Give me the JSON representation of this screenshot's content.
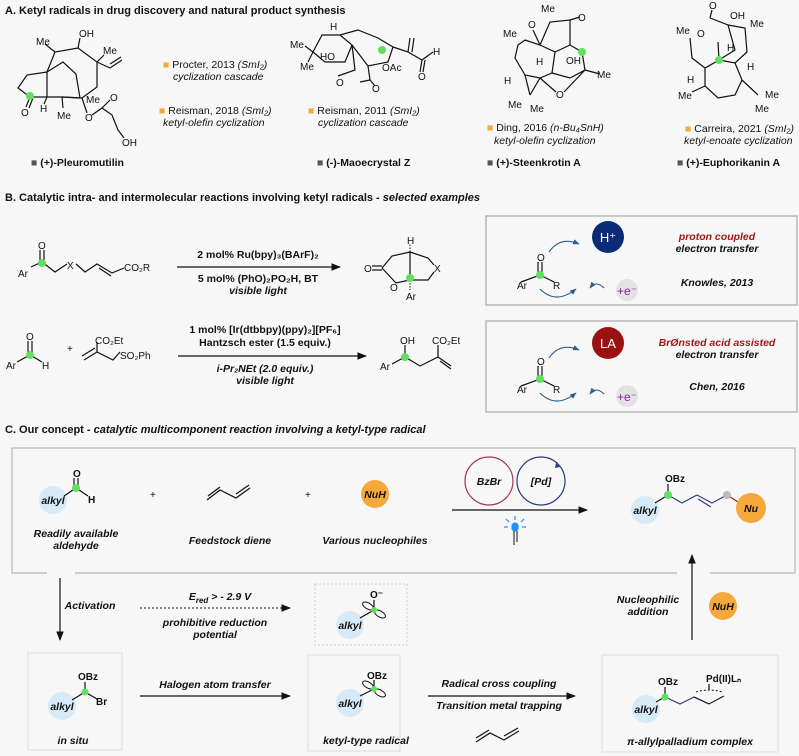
{
  "colors": {
    "background": "#f7f7f7",
    "ketyl_highlight": "#5fe05f",
    "citation_marker": "#f7a83a",
    "compound_marker": "#555555",
    "proton": "#0b2a78",
    "lewis_acid": "#9b1111",
    "red_text": "#a01818",
    "electron": "#8a1f9b",
    "alkyl": "#d6eaf7",
    "nucleophile": "#f7a83a",
    "bzbr_cycle": "#a5354d",
    "pd_cycle": "#2b3a7a",
    "led": "#1e90ff"
  },
  "sectionA": {
    "title": "A. Ketyl radicals in drug discovery and natural product synthesis",
    "citations": [
      {
        "author": "Procter, 2013 ",
        "reagent": "(SmI₂)",
        "desc": "cyclization cascade"
      },
      {
        "author": "Reisman, 2018 ",
        "reagent": "(SmI₂)",
        "desc": "ketyl-olefin cyclization"
      },
      {
        "author": "Reisman, 2011 ",
        "reagent": "(SmI₂)",
        "desc": "cyclization cascade"
      },
      {
        "author": "Ding, 2016 ",
        "reagent": "(n-Bu₄SnH)",
        "desc": "ketyl-olefin cyclization"
      },
      {
        "author": "Carreira, 2021 ",
        "reagent": "(SmI₂)",
        "desc": "ketyl-enoate cyclization"
      }
    ],
    "compounds": [
      "(+)-Pleuromutilin",
      "(-)-Maoecrystal Z",
      "(+)-Steenkrotin A",
      "(+)-Euphorikanin A"
    ],
    "pleuromutilin_atoms": [
      "Me",
      "OH",
      "Me",
      "O",
      "H",
      "Me",
      "Me",
      "O",
      "O",
      "OH"
    ],
    "maoecrystal_atoms": [
      "H",
      "Me",
      "Me",
      "HO",
      "OAc",
      "O",
      "O",
      "H",
      "O"
    ],
    "steenkrotin_atoms": [
      "Me",
      "O",
      "O",
      "Me",
      "H",
      "OH",
      "Me",
      "H",
      "O",
      "Me",
      "Me"
    ],
    "euphorikanin_atoms": [
      "O",
      "OH",
      "Me",
      "Me",
      "O",
      "H",
      "H",
      "H",
      "Me",
      "Me",
      "Me"
    ]
  },
  "sectionB": {
    "title": "B. Catalytic intra- and intermolecular reactions involving ketyl radicals - ",
    "title_italic": "selected examples",
    "rxn1": {
      "sm_atoms": [
        "O",
        "Ar",
        "X",
        "CO₂R"
      ],
      "above": "2 mol% Ru(bpy)₃(BArF)₂",
      "below1": "5 mol% (PhO)₂PO₂H, BT",
      "below2": "visible light",
      "product_atoms": [
        "H",
        "O",
        "O",
        "X",
        "Ar"
      ]
    },
    "rxn2": {
      "sm1_atoms": [
        "O",
        "Ar",
        "H"
      ],
      "plus": "+",
      "sm2_atoms": [
        "CO₂Et",
        "SO₂Ph"
      ],
      "above1": "1 mol% [Ir(dtbbpy)(ppy)₂][PF₆]",
      "above2": "Hantzsch ester (1.5 equiv.)",
      "below1": "i-Pr₂NEt (2.0 equiv.)",
      "below2": "visible light",
      "product_atoms": [
        "OH",
        "CO₂Et",
        "Ar"
      ]
    },
    "box1": {
      "badge": "H⁺",
      "line1": "proton coupled",
      "line2": "electron transfer",
      "cite": "Knowles, 2013",
      "electron": "+e⁻",
      "atoms": [
        "O",
        "Ar",
        "R"
      ]
    },
    "box2": {
      "badge": "LA",
      "line1": "BrØnsted acid assisted",
      "line2": "electron transfer",
      "cite": "Chen, 2016",
      "electron": "+e⁻",
      "atoms": [
        "O",
        "Ar",
        "R"
      ]
    }
  },
  "sectionC": {
    "title": "C. Our concept - ",
    "title_italic": "catalytic multicomponent reaction involving a ketyl-type radical",
    "aldehyde": {
      "alkyl": "alkyl",
      "O": "O",
      "H": "H",
      "label1": "Readily available",
      "label2": "aldehyde"
    },
    "plus": "+",
    "diene_label": "Feedstock diene",
    "nucleophile": {
      "badge": "NuH",
      "label": "Various nucleophiles"
    },
    "catalysts": [
      "BzBr",
      "[Pd]"
    ],
    "product": {
      "alkyl": "alkyl",
      "OBz": "OBz",
      "Nu": "Nu"
    },
    "activation": "Activation",
    "ered_E": "E",
    "ered_sub": "red",
    "ered_rest": " > - 2.9 V",
    "prohibitive1": "prohibitive reduction",
    "prohibitive2": "potential",
    "ketyl_anion": {
      "alkyl": "alkyl",
      "O": "O⁻"
    },
    "nucleophilic1": "Nucleophilic",
    "nucleophilic2": "addition",
    "nuh": "NuH",
    "insitu": {
      "alkyl": "alkyl",
      "OBz": "OBz",
      "Br": "Br",
      "label": "in situ"
    },
    "halogen": "Halogen atom transfer",
    "ketyl": {
      "alkyl": "alkyl",
      "OBz": "OBz",
      "label": "ketyl-type radical"
    },
    "radical1": "Radical cross coupling",
    "radical2": "Transition metal trapping",
    "allyl": {
      "alkyl": "alkyl",
      "OBz": "OBz",
      "Pd": "Pd(II)Lₙ",
      "label": "π-allylpalladium complex"
    }
  }
}
